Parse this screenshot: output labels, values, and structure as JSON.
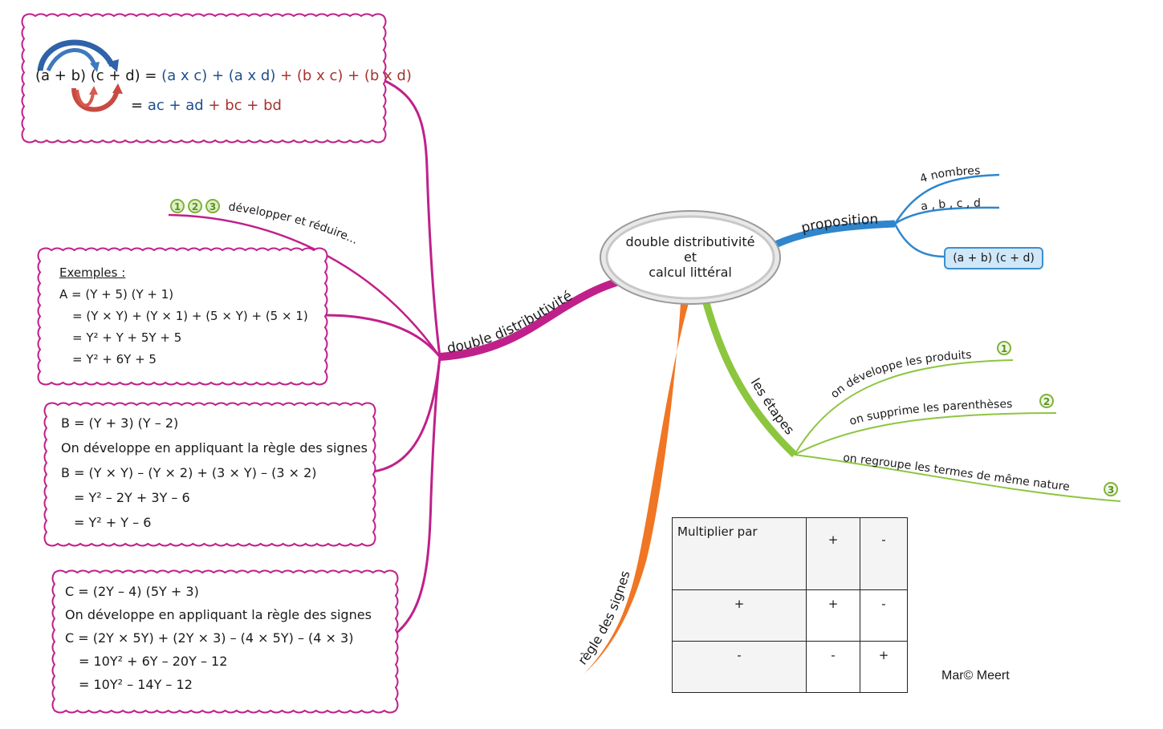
{
  "central_topic": {
    "line1": "double distributivité",
    "line2": "et",
    "line3": "calcul littéral"
  },
  "branches": {
    "double_distributivite": {
      "label": "double distributivité",
      "color": "#c0208a",
      "formula_box": {
        "line1_black": "(a + b) (c + d) = ",
        "line1_blue": "(a x c) + (a x d)",
        "line1_red": " + (b x c) + (b x d)",
        "line2_black": "= ",
        "line2_blue": "ac + ad",
        "line2_red": " + bc + bd"
      },
      "steps_label": "développer et réduire...",
      "steps_badges": [
        "1",
        "2",
        "3"
      ],
      "example_a": {
        "title": "Exemples :",
        "lines": [
          "A = (Y + 5) (Y + 1)",
          "= (Y × Y) + (Y × 1) + (5 × Y) + (5 × 1)",
          "= Y² + Y + 5Y + 5",
          "= Y² + 6Y + 5"
        ]
      },
      "example_b": {
        "lines": [
          "B = (Y + 3) (Y – 2)",
          "On développe en appliquant la règle des signes",
          "B = (Y × Y) – (Y × 2) + (3 × Y) – (3 × 2)",
          "= Y² – 2Y  + 3Y – 6",
          "= Y² + Y – 6"
        ]
      },
      "example_c": {
        "lines": [
          "C = (2Y – 4) (5Y + 3)",
          "On développe en appliquant la règle des signes",
          "C = (2Y × 5Y) + (2Y × 3) – (4 × 5Y) – (4 × 3)",
          "= 10Y² + 6Y – 20Y – 12",
          "= 10Y² – 14Y – 12"
        ]
      }
    },
    "proposition": {
      "label": "proposition",
      "color": "#2f86cc",
      "children": [
        "4 nombres",
        "a , b , c , d",
        "(a + b) (c + d)"
      ]
    },
    "les_etapes": {
      "label": "les étapes",
      "color": "#8cc63f",
      "children": [
        {
          "label": "on développe les produits",
          "badge": "1"
        },
        {
          "label": "on supprime les parenthèses",
          "badge": "2"
        },
        {
          "label": "on regroupe les termes de même nature",
          "badge": "3"
        }
      ]
    },
    "regle_des_signes": {
      "label": "règle des signes",
      "color": "#f07623",
      "table": {
        "header": [
          "Multiplier par",
          "+",
          "-"
        ],
        "rows": [
          [
            "+",
            "+",
            "-"
          ],
          [
            "-",
            "-",
            "+"
          ]
        ]
      }
    }
  },
  "credit": "Mar© Meert"
}
